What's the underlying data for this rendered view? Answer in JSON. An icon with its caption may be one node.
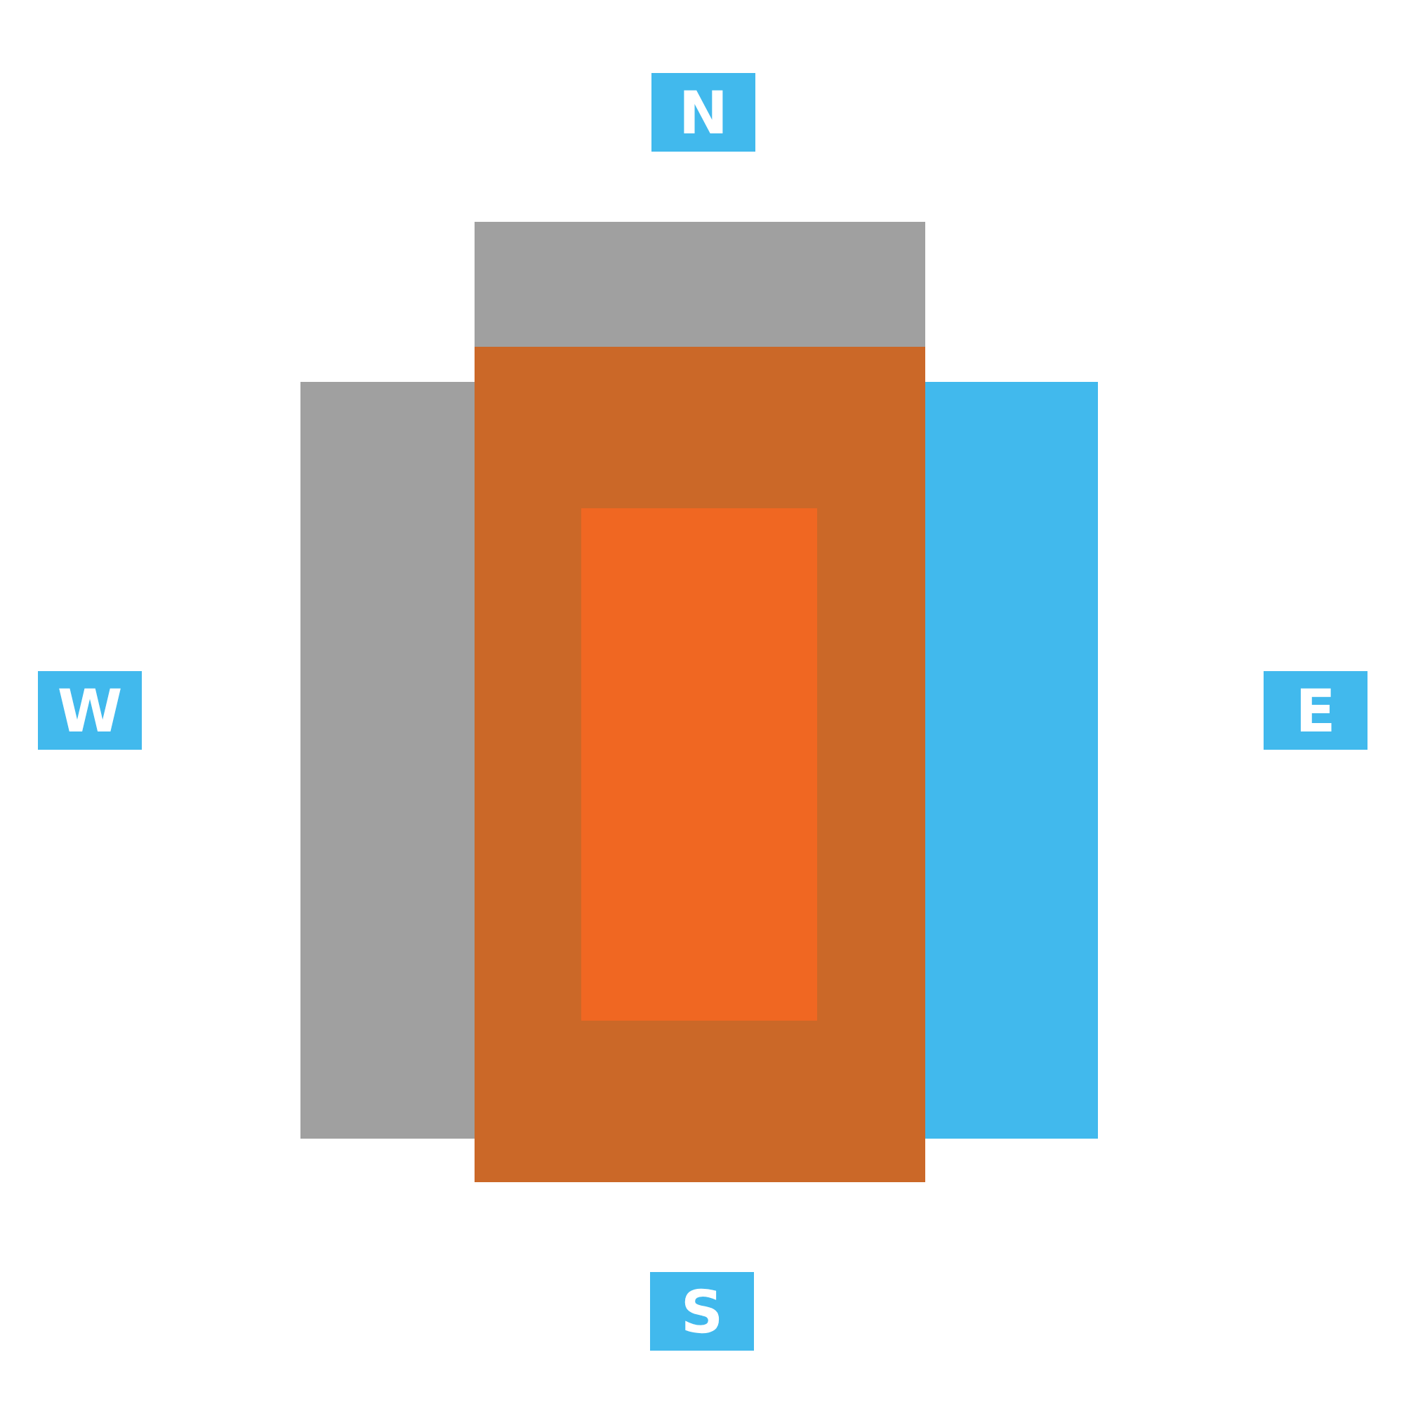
{
  "diagram": {
    "nodes": [
      {
        "text": [
          "N"
        ]
      },
      {
        "text": [],
        "shape": "box"
      },
      {
        "text": [],
        "shape": "box"
      },
      {
        "text": [],
        "shape": "box"
      },
      {
        "text": [],
        "shape": "box",
        "in": 3
      },
      {
        "text": [],
        "shape": "box"
      },
      {
        "text": [
          "W"
        ]
      },
      {
        "text": [
          "E"
        ]
      },
      {
        "text": [
          "S"
        ]
      }
    ]
  }
}
